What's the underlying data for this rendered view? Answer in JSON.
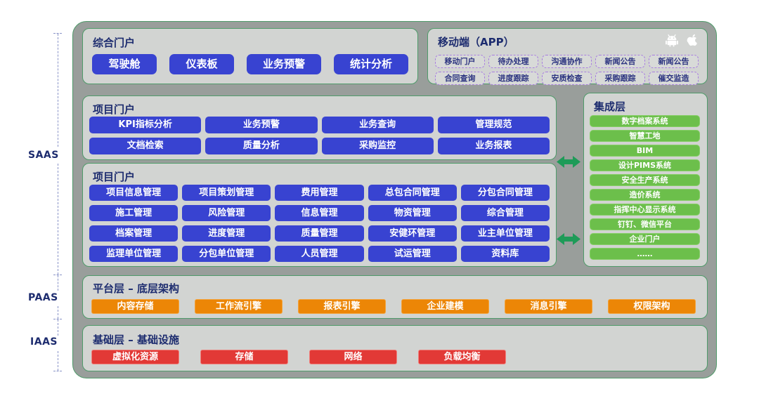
{
  "layer_labels": {
    "saas": "SAAS",
    "paas": "PAAS",
    "iaas": "IAAS"
  },
  "comprehensive_portal": {
    "title": "综合门户",
    "buttons": [
      "驾驶舱",
      "仪表板",
      "业务预警",
      "统计分析"
    ]
  },
  "mobile_app": {
    "title": "移动端（APP）",
    "icons": [
      "android-icon",
      "apple-icon"
    ],
    "buttons": [
      "移动门户",
      "待办处理",
      "沟通协作",
      "新闻公告",
      "新闻公告",
      "合同查询",
      "进度跟踪",
      "安质检查",
      "采购跟踪",
      "催交监造"
    ]
  },
  "project_portal_top": {
    "title": "项目门户",
    "buttons": [
      "KPI指标分析",
      "业务预警",
      "业务查询",
      "管理规范",
      "文档检索",
      "质量分析",
      "采购监控",
      "业务报表"
    ]
  },
  "project_portal_main": {
    "title": "项目门户",
    "buttons": [
      "项目信息管理",
      "项目策划管理",
      "费用管理",
      "总包合同管理",
      "分包合同管理",
      "施工管理",
      "风险管理",
      "信息管理",
      "物资管理",
      "综合管理",
      "档案管理",
      "进度管理",
      "质量管理",
      "安健环管理",
      "业主单位管理",
      "监理单位管理",
      "分包单位管理",
      "人员管理",
      "试运管理",
      "资料库"
    ]
  },
  "integration_layer": {
    "title": "集成层",
    "buttons": [
      "数字档案系统",
      "智慧工地",
      "BIM",
      "设计PIMS系统",
      "安全生产系统",
      "造价系统",
      "指挥中心显示系统",
      "钉钉、微信平台",
      "企业门户",
      "……"
    ]
  },
  "platform_layer": {
    "title": "平台层 – 底层架构",
    "buttons": [
      "内容存储",
      "工作流引擎",
      "报表引擎",
      "企业建模",
      "消息引擎",
      "权限架构"
    ]
  },
  "infrastructure_layer": {
    "title": "基础层 – 基础设施",
    "buttons": [
      "虚拟化资源",
      "存储",
      "网络",
      "负载均衡"
    ]
  },
  "colors": {
    "button_blue": "#3843d1",
    "button_green": "#6cbf4b",
    "button_orange": "#ec8606",
    "button_red": "#e23936",
    "arrow_green": "#1e9b58",
    "heading_navy": "#1d2c6f",
    "panel_border_green": "#4f9b6a",
    "container_gray": "#999e9b",
    "panel_gray": "#d2d4d2"
  }
}
